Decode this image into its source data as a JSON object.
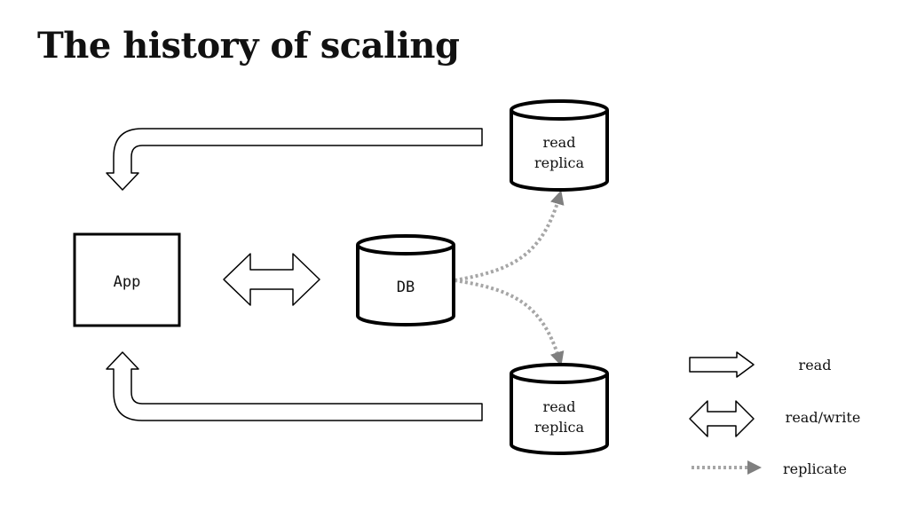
{
  "title": "The history of scaling",
  "nodes": {
    "app": "App",
    "db": "DB",
    "replica_top": [
      "read",
      "replica"
    ],
    "replica_bottom": [
      "read",
      "replica"
    ]
  },
  "legend": {
    "read": "read",
    "read_write": "read/write",
    "replicate": "replicate"
  },
  "colors": {
    "stroke": "#000000",
    "replicate": "#a6a6a6",
    "replicate_head": "#7f7f7f"
  }
}
